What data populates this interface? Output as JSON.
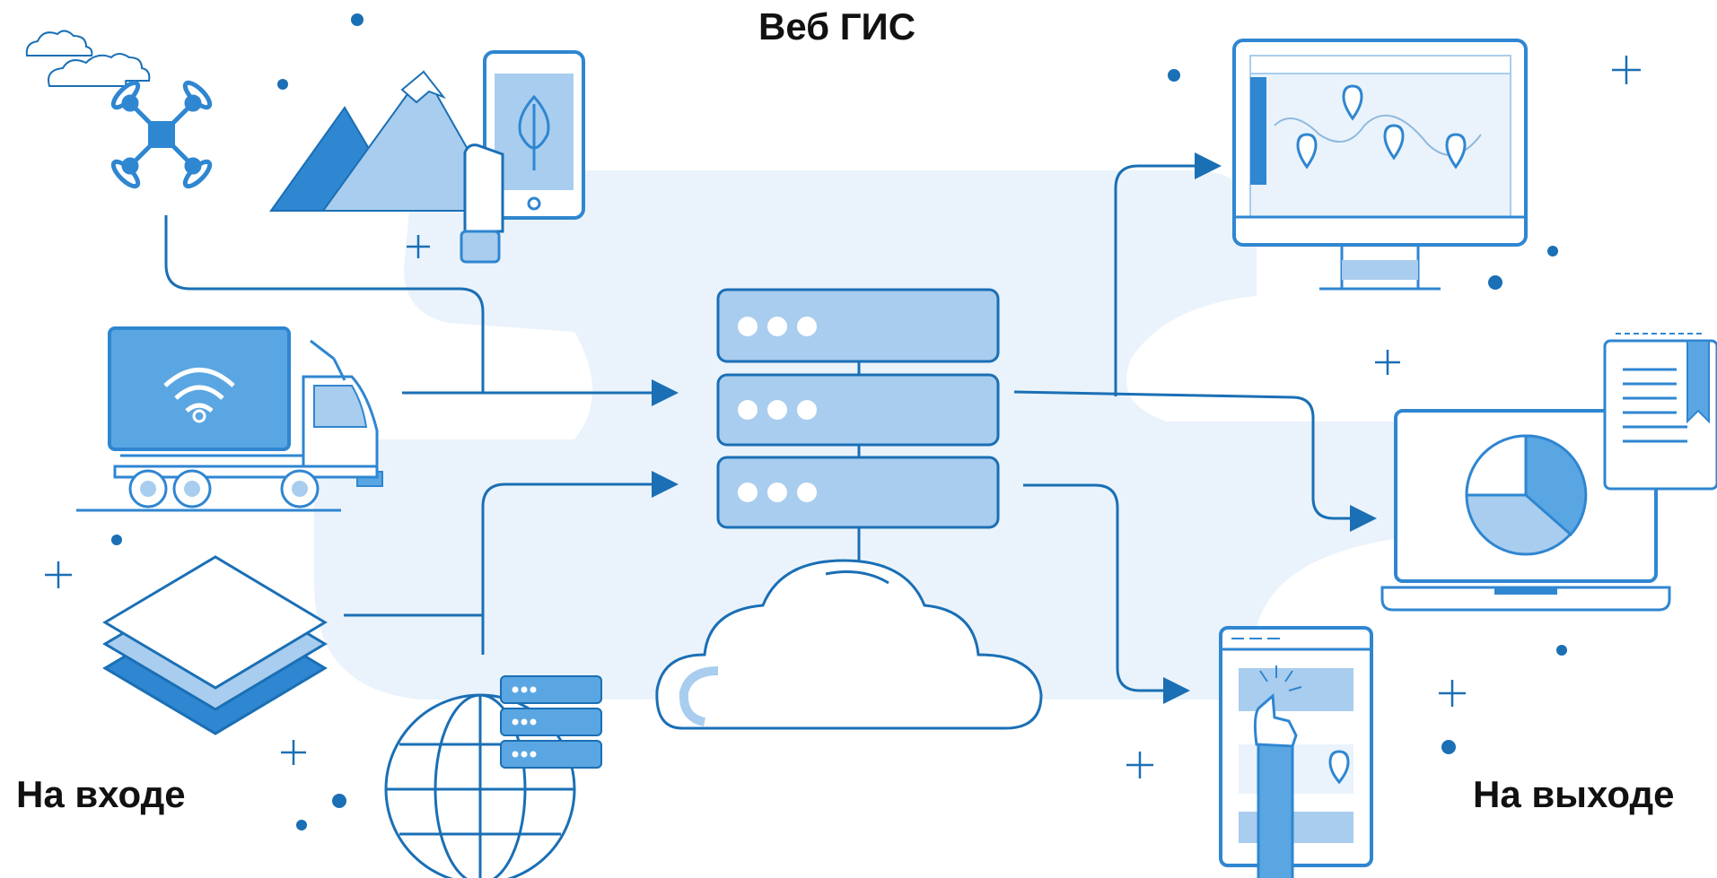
{
  "title": "Веб ГИС",
  "input_label": "На входе",
  "output_label": "На выходе",
  "colors": {
    "line": "#1a6fb5",
    "fill_light": "#a9cdee",
    "fill_mid": "#5aa6e2",
    "fill_dark": "#2f86d1",
    "bg_blob": "#eaf3fb"
  },
  "inputs": [
    {
      "icon": "drone-icon"
    },
    {
      "icon": "mountain-photo-icon"
    },
    {
      "icon": "mobile-phone-icon"
    },
    {
      "icon": "wifi-truck-icon"
    },
    {
      "icon": "map-layers-icon"
    },
    {
      "icon": "globe-server-icon"
    }
  ],
  "center": {
    "icon": "server-stack-icon",
    "cloud": "cloud-icon"
  },
  "outputs": [
    {
      "icon": "monitor-map-icon"
    },
    {
      "icon": "laptop-chart-icon"
    },
    {
      "icon": "report-document-icon"
    },
    {
      "icon": "tablet-map-icon"
    }
  ]
}
